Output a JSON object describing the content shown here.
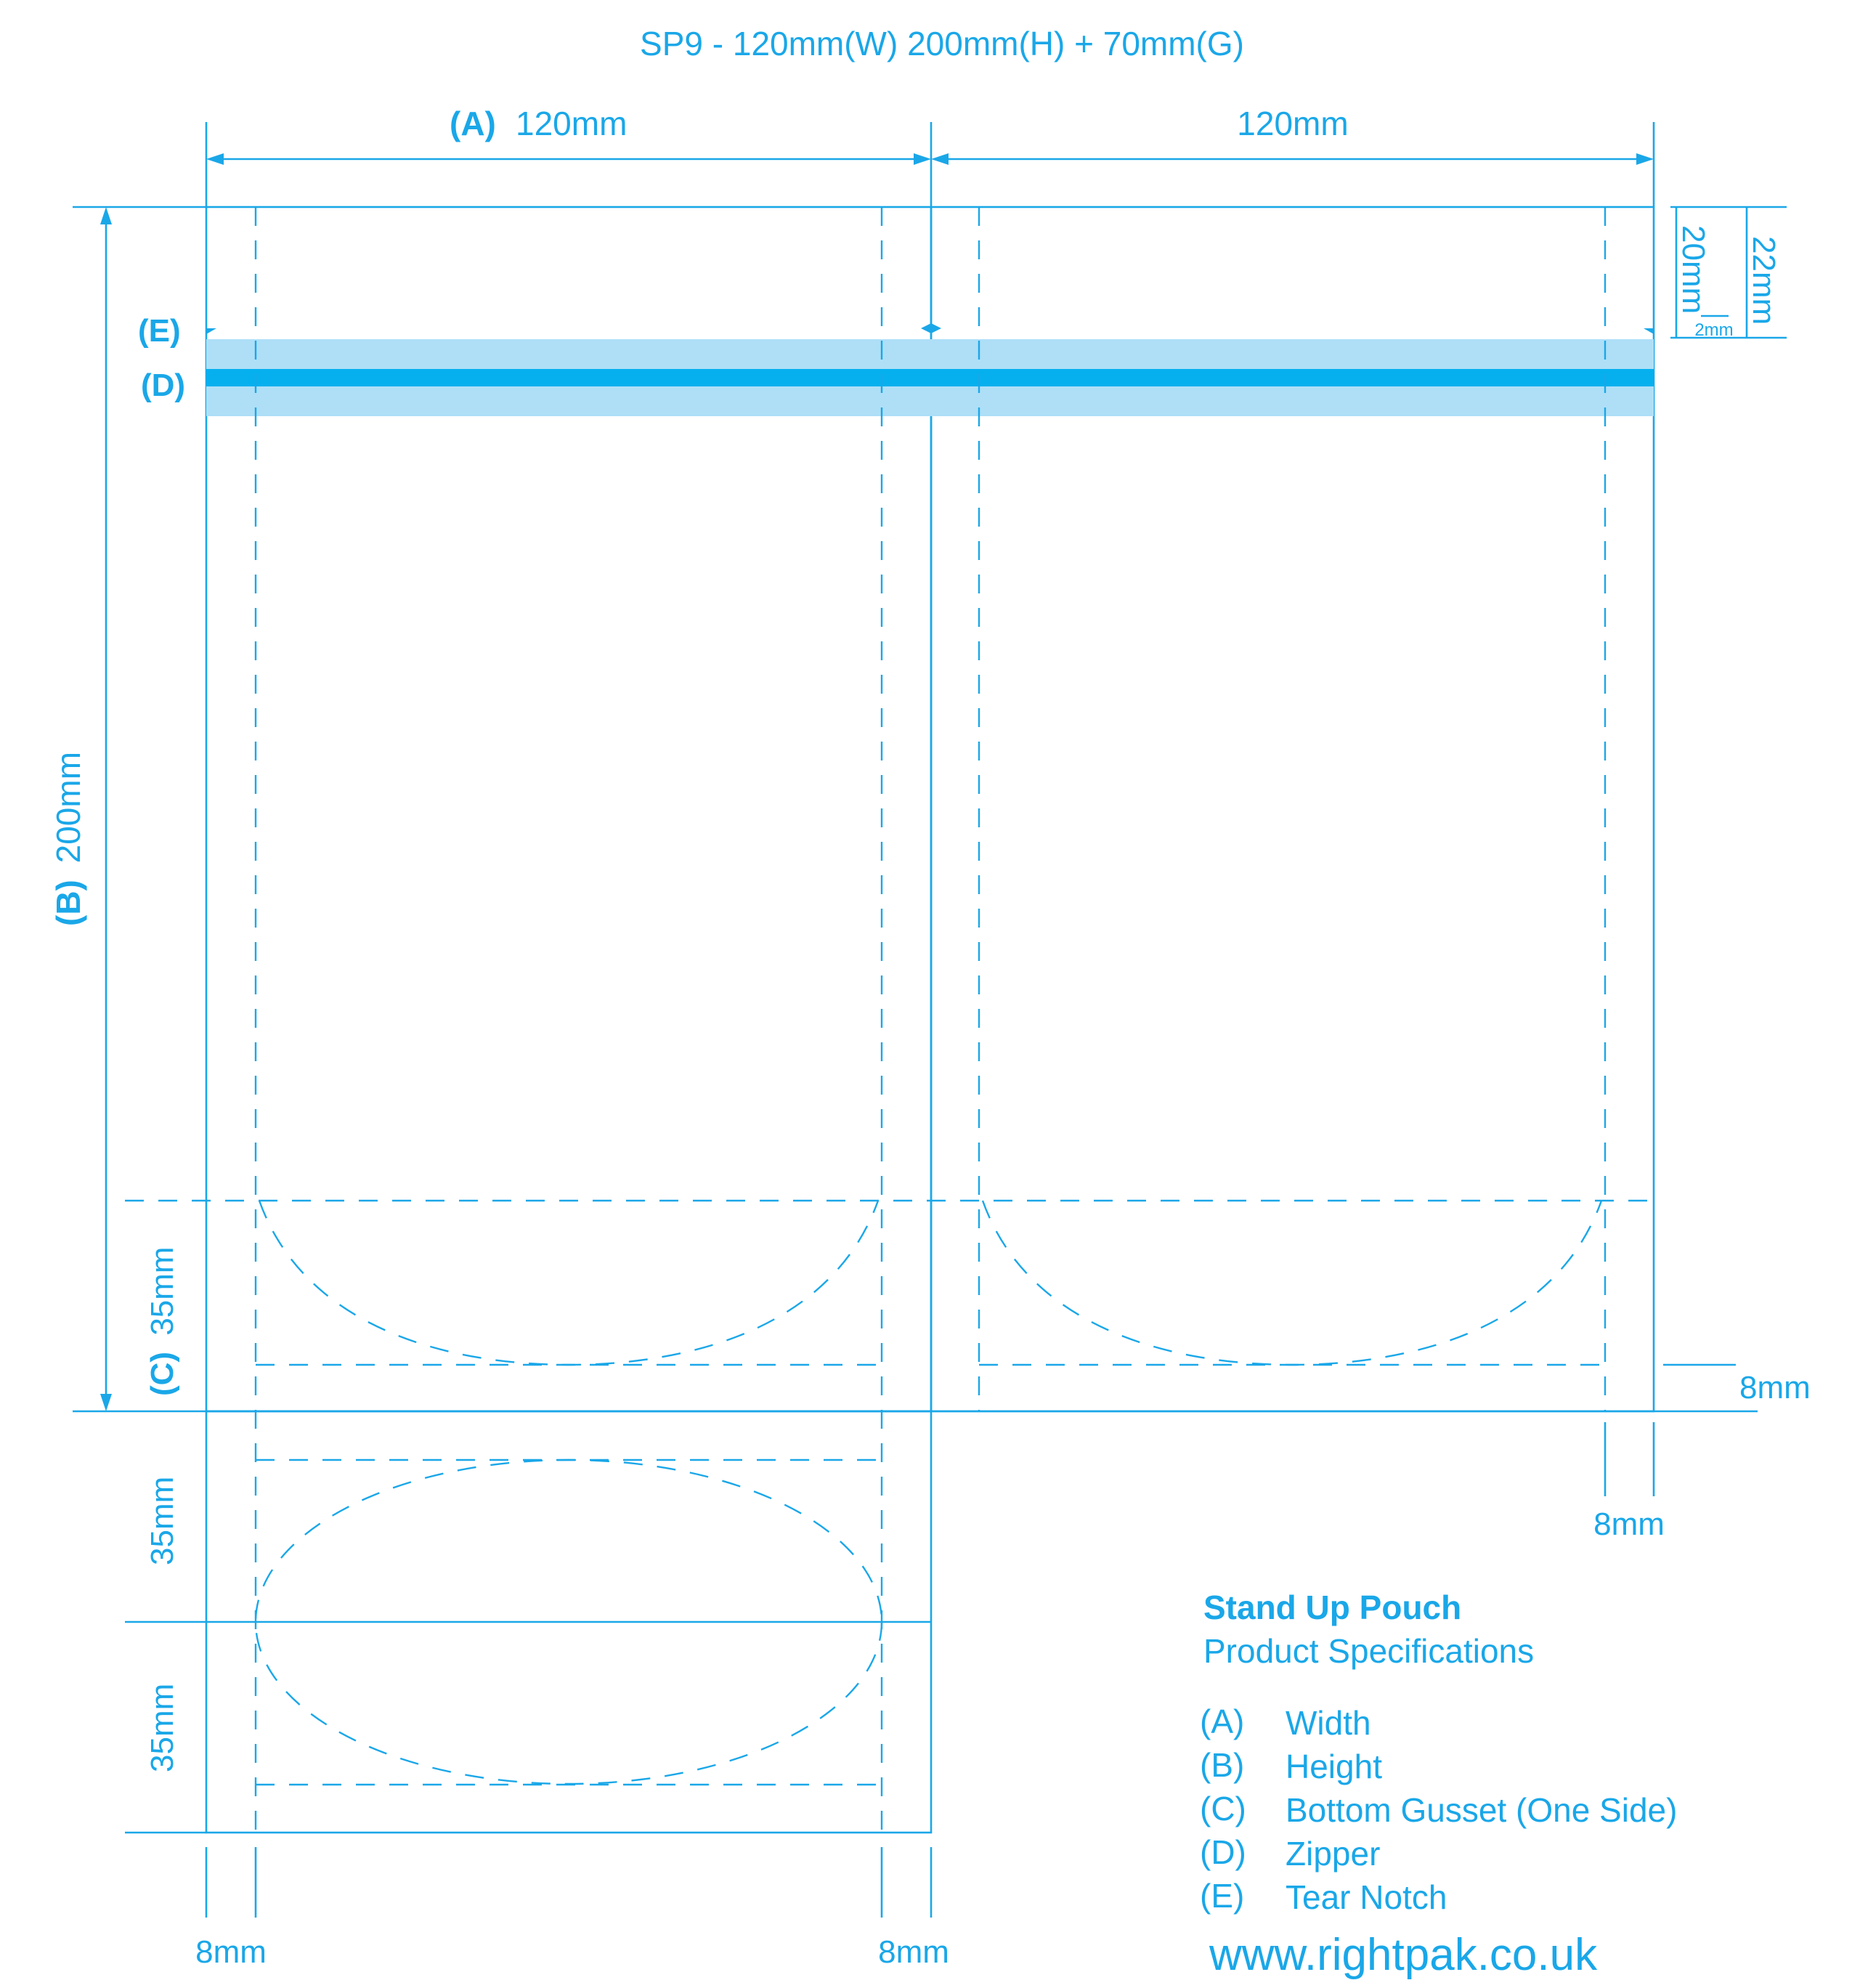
{
  "title": "SP9 - 120mm(W) 200mm(H) + 70mm(G)",
  "dimensions": {
    "width_letter": "(A)",
    "width_value": "120mm",
    "width_value_right": "120mm",
    "height_letter": "(B)",
    "height_value": "200mm",
    "gusset_letter": "(C)",
    "gusset_value": "35mm",
    "gusset_lower_1": "35mm",
    "gusset_lower_2": "35mm",
    "top_20": "20mm",
    "top_22": "22mm",
    "top_2": "2mm",
    "seal_right": "8mm",
    "seal_bottom_right": "8mm",
    "seal_bottom_left": "8mm",
    "seal_bottom_mid": "8mm",
    "tear_notch_letter": "(E)",
    "zipper_letter": "(D)"
  },
  "colors": {
    "line": "#1aa7e8",
    "zipper_band": "#aedff7",
    "zipper_line": "#06b0ee"
  },
  "specs": {
    "heading": "Stand Up Pouch",
    "subheading": "Product Specifications",
    "items": [
      {
        "letter": "(A)",
        "label": "Width"
      },
      {
        "letter": "(B)",
        "label": "Height"
      },
      {
        "letter": "(C)",
        "label": "Bottom Gusset (One Side)"
      },
      {
        "letter": "(D)",
        "label": "Zipper"
      },
      {
        "letter": "(E)",
        "label": "Tear Notch"
      }
    ]
  },
  "website": "www.rightpak.co.uk"
}
